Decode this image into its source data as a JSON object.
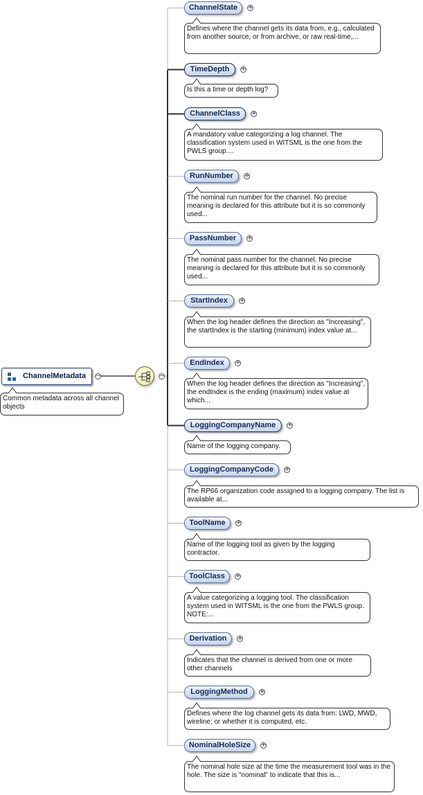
{
  "root": {
    "name": "ChannelMetadata",
    "description": "Common metadata across all channel objects",
    "toggle": "−"
  },
  "sequence": {
    "toggle": "−",
    "icon": "sequence-compositor-icon"
  },
  "elements": [
    {
      "name": "ChannelState",
      "doc": "Defines where the channel gets its data from, e.g., calculated from another source, or from archive, or raw real-time,...",
      "toggle": "+",
      "mandatory": false
    },
    {
      "name": "TimeDepth",
      "doc": "Is this a time or depth log?",
      "toggle": "+",
      "mandatory": true
    },
    {
      "name": "ChannelClass",
      "doc": "A mandatory value categorizing a log channel. The classification system used in WITSML is the one from the PWLS group....",
      "toggle": "+",
      "mandatory": true
    },
    {
      "name": "RunNumber",
      "doc": "The nominal run number for the channel. No precise meaning is declared for this attribute but it is so commonly used...",
      "toggle": "+",
      "mandatory": false
    },
    {
      "name": "PassNumber",
      "doc": "The nominal pass number for the channel. No precise meaning is declared for this attribute but it is so commonly used...",
      "toggle": "+",
      "mandatory": false
    },
    {
      "name": "StartIndex",
      "doc": "When the log header defines the direction as \"Increasing\", the startIndex is the starting (minimum) index value at...",
      "toggle": "+",
      "mandatory": false
    },
    {
      "name": "EndIndex",
      "doc": "When the log header defines the direction as \"Increasing\", the endIndex is the ending (maximum) index value at which...",
      "toggle": "+",
      "mandatory": false
    },
    {
      "name": "LoggingCompanyName",
      "doc": "Name of the logging company.",
      "toggle": "+",
      "mandatory": true
    },
    {
      "name": "LoggingCompanyCode",
      "doc": "The RP66 organization code assigned to a logging company. The list is available at...",
      "toggle": "+",
      "mandatory": false
    },
    {
      "name": "ToolName",
      "doc": "Name of the logging tool as given by the logging contractor.",
      "toggle": "+",
      "mandatory": false
    },
    {
      "name": "ToolClass",
      "doc": "A value categorizing a logging tool. The classification system used in WITSML is the one from the PWLS group. NOTE:...",
      "toggle": "+",
      "mandatory": false
    },
    {
      "name": "Derivation",
      "doc": "Indicates that the channel is derived from one or more other channels",
      "toggle": "+",
      "mandatory": false
    },
    {
      "name": "LoggingMethod",
      "doc": "Defines where the log channel gets its data from: LWD, MWD, wireline; or whether it is computed, etc.",
      "toggle": "+",
      "mandatory": false
    },
    {
      "name": "NominalHoleSize",
      "doc": "The nominal hole size at the time the measurement tool was in the hole. The size is \"nominal\" to indicate that this is...",
      "toggle": "+",
      "mandatory": false
    }
  ]
}
